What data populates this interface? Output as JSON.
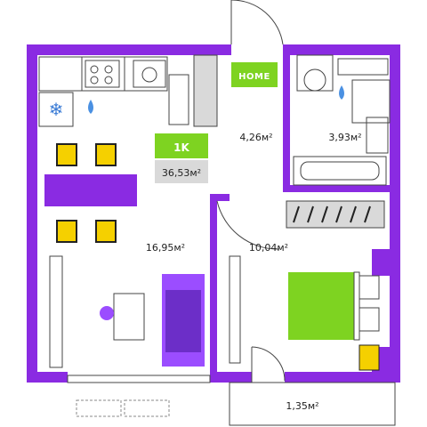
{
  "plan": {
    "badge_type": "1K",
    "badge_total_area": "36,53м²",
    "home_label": "HOME",
    "rooms": {
      "kitchen_living": "16,95м²",
      "hallway": "4,26м²",
      "bathroom": "3,93м²",
      "bedroom": "10,04м²",
      "balcony": "1,35м²"
    }
  },
  "colors": {
    "wall": "#8a2be2",
    "accent_green": "#7ed321",
    "furniture_purple": "#9b4dff",
    "light_gray": "#d9d9d9",
    "yellow": "#f5d000"
  }
}
